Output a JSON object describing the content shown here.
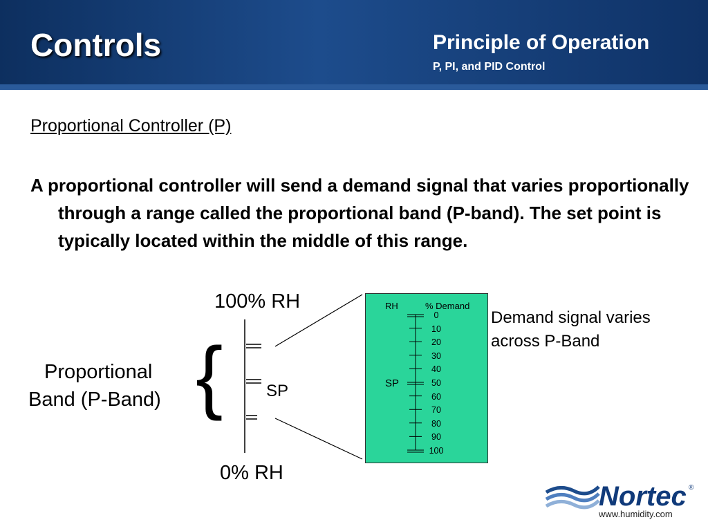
{
  "header": {
    "title": "Controls",
    "subtitle": "Principle of Operation",
    "subsubtitle": "P, PI, and PID Control"
  },
  "content": {
    "heading": "Proportional Controller  (P)",
    "paragraph": "A proportional controller will send a demand signal that varies proportionally through a range called the proportional band (P-band). The set point is typically located within the middle of this range."
  },
  "diagram": {
    "top_label": "100% RH",
    "bottom_label": "0% RH",
    "band_label_line1": "Proportional",
    "band_label_line2": "Band (P-Band)",
    "brace": "{",
    "sp_label": "SP",
    "detail": {
      "rh_header": "RH",
      "demand_header": "% Demand",
      "sp_label": "SP",
      "demand_ticks": [
        "0",
        "10",
        "20",
        "30",
        "40",
        "50",
        "60",
        "70",
        "80",
        "90",
        "100"
      ]
    },
    "note_line1": "Demand signal varies",
    "note_line2": "across P-Band"
  },
  "branding": {
    "logo_text": "Nortec",
    "registered": "®",
    "url": "www.humidity.com",
    "logo_color": "#103a7a"
  },
  "colors": {
    "header_blue": "#1d4c8c",
    "demand_box": "#2ad59a"
  }
}
